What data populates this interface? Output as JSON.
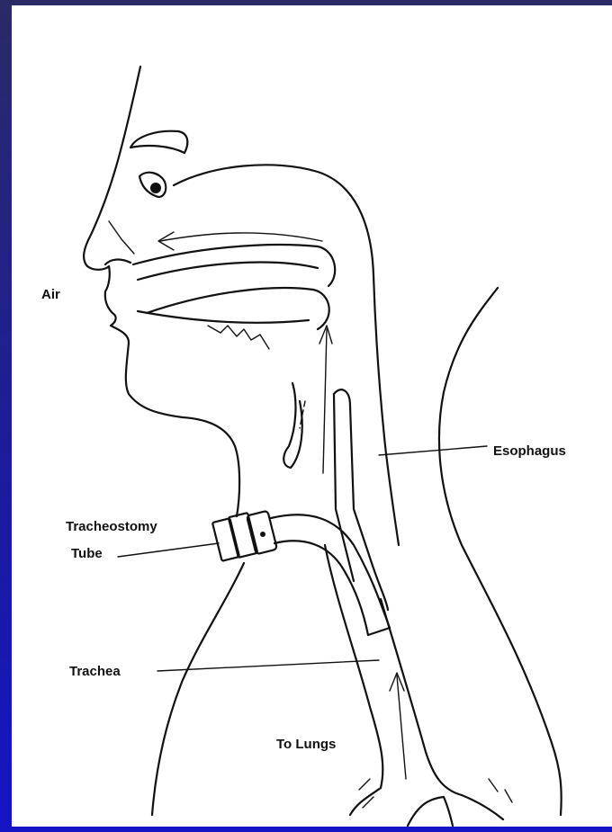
{
  "labels": {
    "air": "Air",
    "tube_line1": "Tracheostomy",
    "tube_line2": "Tube",
    "esophagus": "Esophagus",
    "trachea": "Trachea",
    "to_lungs": "To Lungs"
  },
  "colors": {
    "background": "#1c1c9c",
    "panel": "#ffffff",
    "ink": "#111111"
  }
}
